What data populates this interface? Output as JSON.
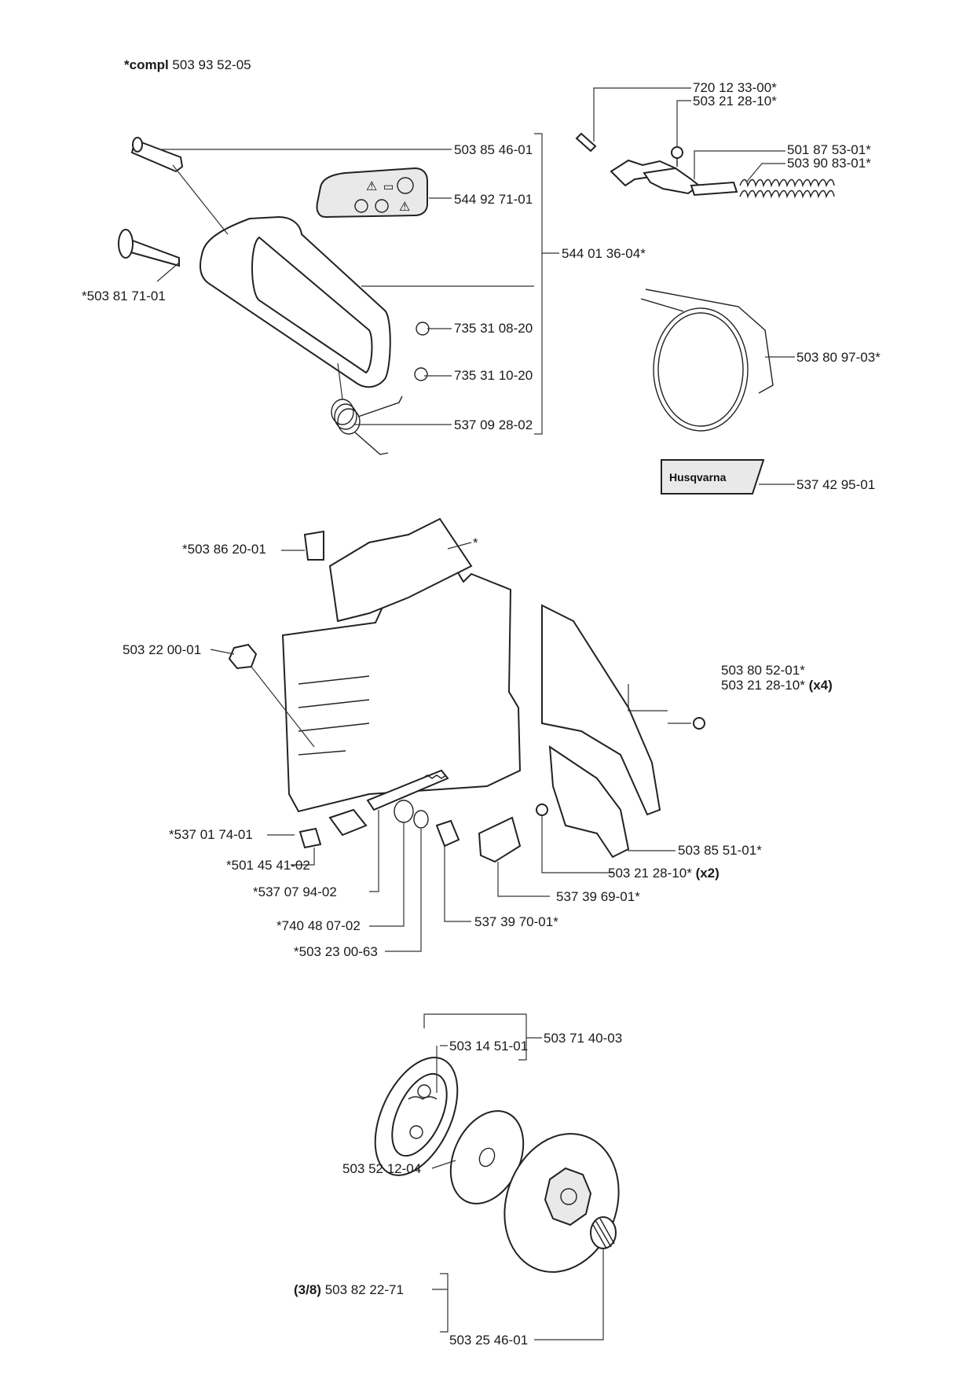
{
  "header": {
    "prefix": "*compl",
    "number": "503 93 52-05"
  },
  "decal_logo": "Husqvarna",
  "parts": [
    {
      "id": "p1",
      "text": "720 12 33-00*"
    },
    {
      "id": "p2",
      "text": "503 21 28-10*"
    },
    {
      "id": "p3",
      "text": "503 85 46-01"
    },
    {
      "id": "p4",
      "text": "501 87 53-01*"
    },
    {
      "id": "p5",
      "text": "503 90 83-01*"
    },
    {
      "id": "p6",
      "text": "544 92 71-01"
    },
    {
      "id": "p7",
      "text": "544 01 36-04*"
    },
    {
      "id": "p8",
      "text": "*503 81 71-01"
    },
    {
      "id": "p9",
      "text": "735 31 08-20"
    },
    {
      "id": "p10",
      "text": "503 80 97-03*"
    },
    {
      "id": "p11",
      "text": "735 31 10-20"
    },
    {
      "id": "p12",
      "text": "537 09 28-02"
    },
    {
      "id": "p13",
      "text": "537 42 95-01"
    },
    {
      "id": "p14",
      "text": "*503 86 20-01"
    },
    {
      "id": "p15",
      "text": "*"
    },
    {
      "id": "p16",
      "text": "503 22 00-01"
    },
    {
      "id": "p17",
      "text": "503 80 52-01*"
    },
    {
      "id": "p18",
      "text": "503 21 28-10*",
      "suffix": "(x4)"
    },
    {
      "id": "p19",
      "text": "*537 01 74-01"
    },
    {
      "id": "p20",
      "text": "503 85 51-01*"
    },
    {
      "id": "p21",
      "text": "*501 45 41-02"
    },
    {
      "id": "p22",
      "text": "503 21 28-10*",
      "suffix": "(x2)"
    },
    {
      "id": "p23",
      "text": "*537 07 94-02"
    },
    {
      "id": "p24",
      "text": "537 39 69-01*"
    },
    {
      "id": "p25",
      "text": "*740 48 07-02"
    },
    {
      "id": "p26",
      "text": "537 39 70-01*"
    },
    {
      "id": "p27",
      "text": "*503 23 00-63"
    },
    {
      "id": "p28",
      "text": "503 71 40-03"
    },
    {
      "id": "p29",
      "text": "503 14 51-01"
    },
    {
      "id": "p30",
      "text": "503 52 12-04"
    },
    {
      "id": "p31",
      "text": "503 82 22-71",
      "prefix": "(3/8)"
    },
    {
      "id": "p32",
      "text": "503 25 46-01"
    }
  ]
}
